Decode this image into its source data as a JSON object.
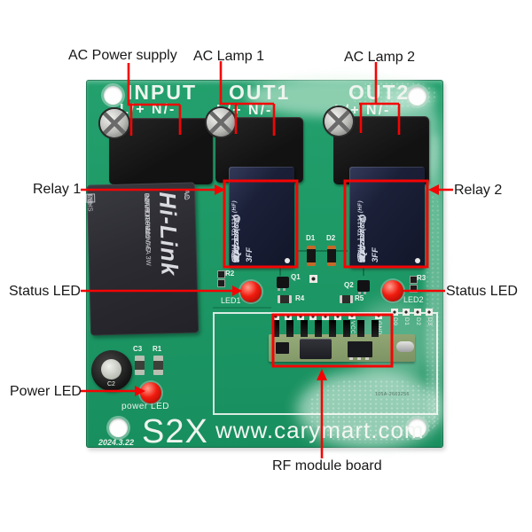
{
  "annotations": {
    "color": "#f40404",
    "top": [
      {
        "label": "AC Power supply"
      },
      {
        "label": "AC Lamp 1"
      },
      {
        "label": "AC Lamp 2"
      }
    ],
    "left": [
      {
        "label": "Relay 1"
      },
      {
        "label": "Status LED"
      },
      {
        "label": "Power LED"
      }
    ],
    "right": [
      {
        "label": "Relay 2"
      },
      {
        "label": "Status LED"
      }
    ],
    "bottom": [
      {
        "label": "RF module board"
      }
    ]
  },
  "pcb": {
    "board_color": "#1e9a67",
    "sections": {
      "input": {
        "title": "INPUT",
        "terminals": "L/+ N/-"
      },
      "out1": {
        "title": "OUT1",
        "terminals": "L/+ N/-"
      },
      "out2": {
        "title": "OUT2",
        "terminals": "L/+ N/-"
      }
    },
    "power_module": {
      "brand": "Hi-Link",
      "pins_top": [
        "AC",
        "AC"
      ],
      "specs": [
        "INPUT:100-240VAC",
        "0.2A 50-60Hz",
        "OUTPUT:5Vdc=0.6A 3W",
        "P/N:HLK-PM01"
      ],
      "pins_right": [
        "-Vo",
        "RoHS",
        "CE",
        "+Vo"
      ]
    },
    "relays": {
      "logo": "HF",
      "lines": [
        "JQC-3FF",
        "5VDC-12S(551)",
        "10A 277VAC  △",
        "12A 125VAC  ◯",
        "CHINA J  TD1224 (HF)"
      ]
    },
    "components": {
      "d1": "D1",
      "d2": "D2",
      "r2": "R2",
      "r3": "R3",
      "r4": "R4",
      "r5": "R5",
      "q1": "Q1",
      "q2": "Q2",
      "c3": "C3",
      "r1": "R1",
      "c2": "C2",
      "led1": "LED1",
      "led2": "LED2",
      "power_led": "power LED",
      "rf_pins": [
        "VCC",
        "GND"
      ],
      "data_pins": [
        "D0",
        "D1",
        "D2",
        "D3"
      ]
    },
    "footer": {
      "model": "S2X",
      "website": "www.carymart.com",
      "date": "2024.3.22",
      "serial": "105A-2663256"
    }
  }
}
